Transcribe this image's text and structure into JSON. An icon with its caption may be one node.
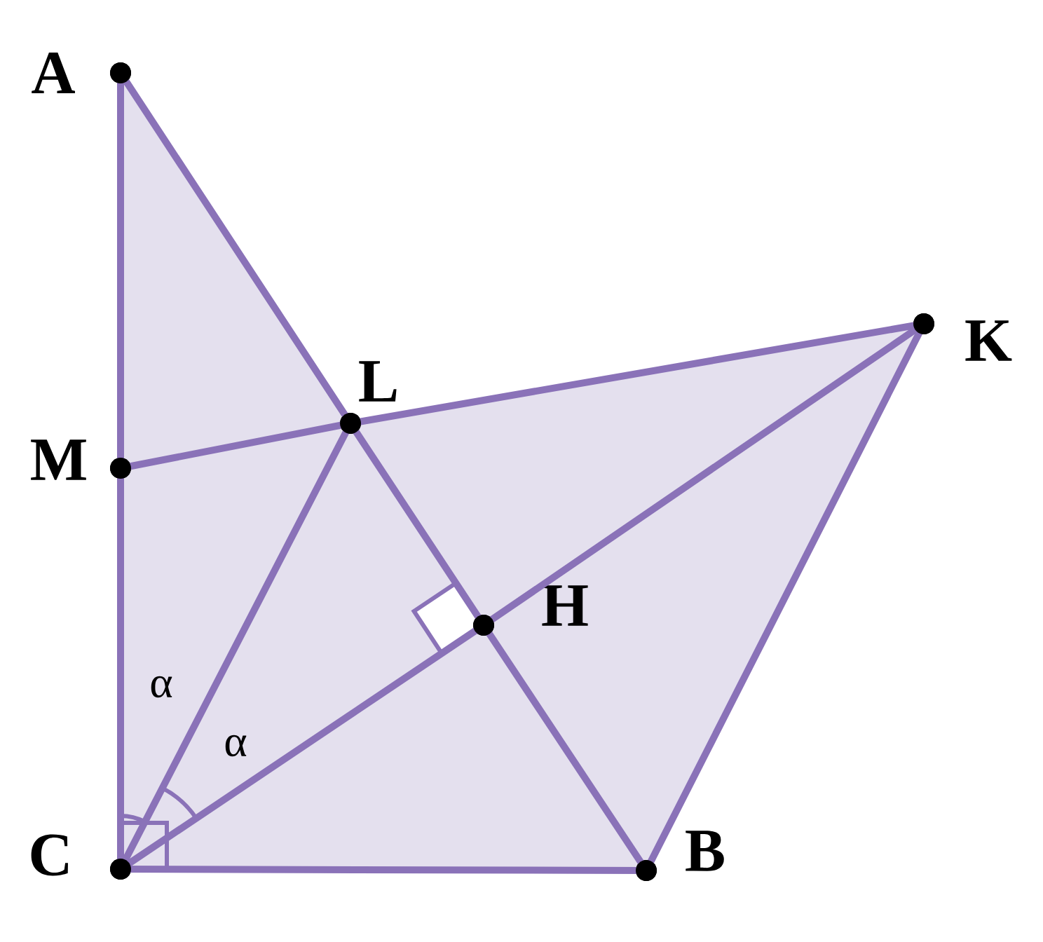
{
  "diagram": {
    "nodes": [
      {
        "text": [
          "A"
        ]
      },
      {
        "text": [
          "K"
        ]
      },
      {
        "text": [
          "L"
        ]
      },
      {
        "text": [
          "M"
        ]
      },
      {
        "text": [
          "H"
        ]
      },
      {
        "text": [
          "C"
        ]
      },
      {
        "text": [
          "B"
        ]
      }
    ],
    "edges": [
      {
        "from": 0,
        "to": 3,
        "arrow": "none"
      },
      {
        "from": 3,
        "to": 5,
        "arrow": "none"
      },
      {
        "from": 0,
        "to": 2,
        "arrow": "none"
      },
      {
        "from": 2,
        "to": 4,
        "arrow": "none"
      },
      {
        "from": 4,
        "to": 6,
        "arrow": "none"
      },
      {
        "from": 3,
        "to": 2,
        "arrow": "none"
      },
      {
        "from": 2,
        "to": 1,
        "arrow": "none"
      },
      {
        "from": 5,
        "to": 2,
        "arrow": "none"
      },
      {
        "from": 5,
        "to": 4,
        "arrow": "none"
      },
      {
        "from": 4,
        "to": 1,
        "arrow": "none"
      },
      {
        "from": 5,
        "to": 6,
        "arrow": "none"
      },
      {
        "from": 6,
        "to": 1,
        "arrow": "none"
      }
    ],
    "labels": [
      "α",
      "α"
    ]
  }
}
